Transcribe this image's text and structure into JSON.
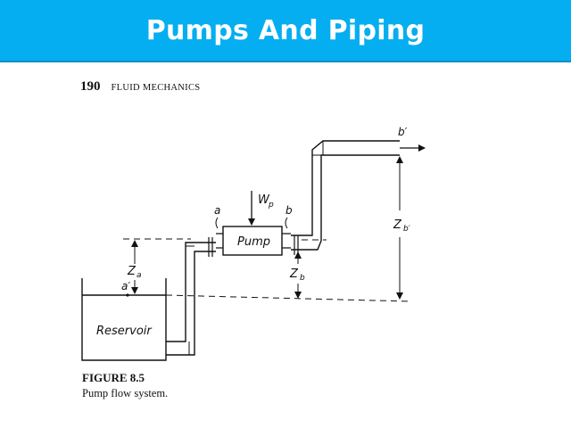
{
  "slide": {
    "title": "Pumps And Piping",
    "banner_color": "#05aef0"
  },
  "page": {
    "number": "190",
    "header": "FLUID MECHANICS"
  },
  "figure": {
    "label": "FIGURE 8.5",
    "caption": "Pump flow system.",
    "labels": {
      "work": "W",
      "work_sub": "p",
      "inlet": "a",
      "outlet": "b",
      "exit": "b′",
      "surface": "a′",
      "pump": "Pump",
      "reservoir": "Reservoir",
      "za": "Z",
      "za_sub": "a",
      "zb": "Z",
      "zb_sub": "b",
      "zbp": "Z",
      "zbp_sub": "b′"
    }
  }
}
